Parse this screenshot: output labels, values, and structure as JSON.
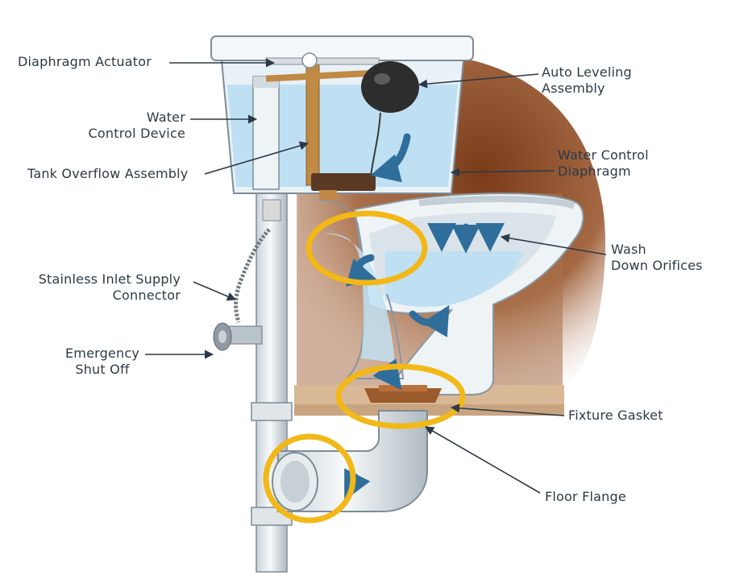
{
  "labels": {
    "diaphragm_actuator": "Diaphragm Actuator",
    "water_control_device": [
      "Water",
      "Control Device"
    ],
    "tank_overflow_assembly": "Tank Overflow Assembly",
    "stainless_inlet_supply_connector": [
      "Stainless Inlet Supply",
      "Connector"
    ],
    "emergency_shut_off": [
      "Emergency",
      "Shut Off"
    ],
    "auto_leveling_assembly": [
      "Auto Leveling",
      "Assembly"
    ],
    "water_control_diaphragm": [
      "Water Control",
      "Diaphragm"
    ],
    "wash_down_orifices": [
      "Wash",
      "Down Orifices"
    ],
    "fixture_gasket": "Fixture Gasket",
    "floor_flange": "Floor Flange"
  },
  "colors": {
    "highlight_ring": "#f2b817",
    "water": "#bfe0f2",
    "flow_arrow": "#2f6e9a",
    "wall": "#8a4a26",
    "porcelain": "#eef3f6",
    "brass": "#c08a45",
    "gasket": "#9b5a2c",
    "leader_line": "#2c3a48"
  }
}
